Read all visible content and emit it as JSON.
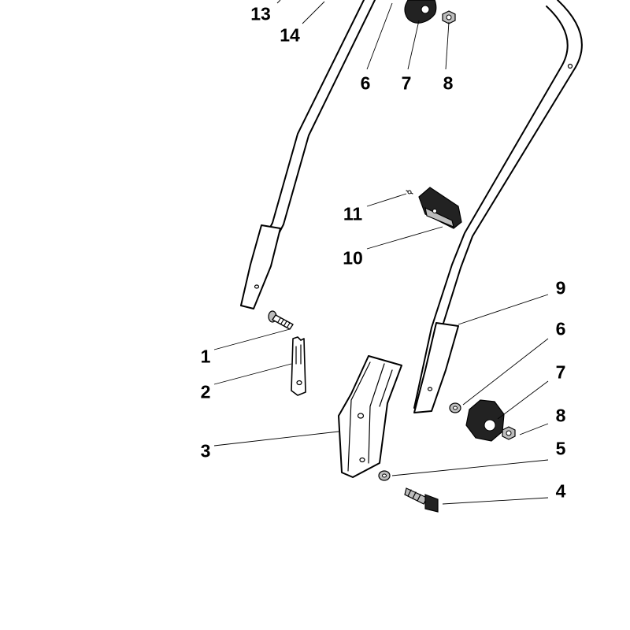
{
  "callouts": [
    {
      "key": "c13",
      "text": "13"
    },
    {
      "key": "c14",
      "text": "14"
    },
    {
      "key": "c6a",
      "text": "6"
    },
    {
      "key": "c7a",
      "text": "7"
    },
    {
      "key": "c8a",
      "text": "8"
    },
    {
      "key": "c11",
      "text": "11"
    },
    {
      "key": "c10",
      "text": "10"
    },
    {
      "key": "c9",
      "text": "9"
    },
    {
      "key": "c6b",
      "text": "6"
    },
    {
      "key": "c7b",
      "text": "7"
    },
    {
      "key": "c8b",
      "text": "8"
    },
    {
      "key": "c1",
      "text": "1"
    },
    {
      "key": "c2",
      "text": "2"
    },
    {
      "key": "c3",
      "text": "3"
    },
    {
      "key": "c5",
      "text": "5"
    },
    {
      "key": "c4",
      "text": "4"
    }
  ]
}
